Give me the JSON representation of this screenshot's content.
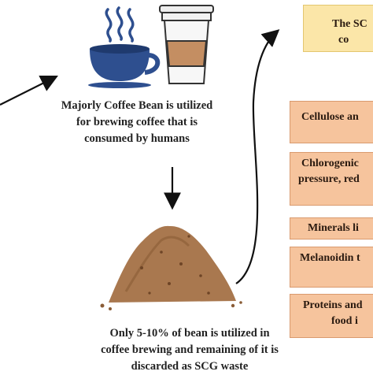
{
  "captions": {
    "brewing": [
      "Majorly Coffee Bean is utilized",
      "for brewing coffee that is",
      "consumed by humans"
    ],
    "waste": [
      "Only 5-10% of bean is utilized in",
      "coffee brewing and remaining of it is",
      "discarded as SCG waste"
    ]
  },
  "top_box": [
    "The SC",
    "co"
  ],
  "components": [
    [
      "Cellulose an"
    ],
    [
      "Chlorogenic",
      "pressure, red"
    ],
    [
      "Minerals li"
    ],
    [
      "Melanoidin t"
    ],
    [
      "Proteins and",
      "food i"
    ]
  ],
  "colors": {
    "cup_blue": "#2e4f8f",
    "component_fill": "#f6c49d",
    "top_box_fill": "#fbe6a8",
    "grounds_brown": "#a9784f"
  }
}
